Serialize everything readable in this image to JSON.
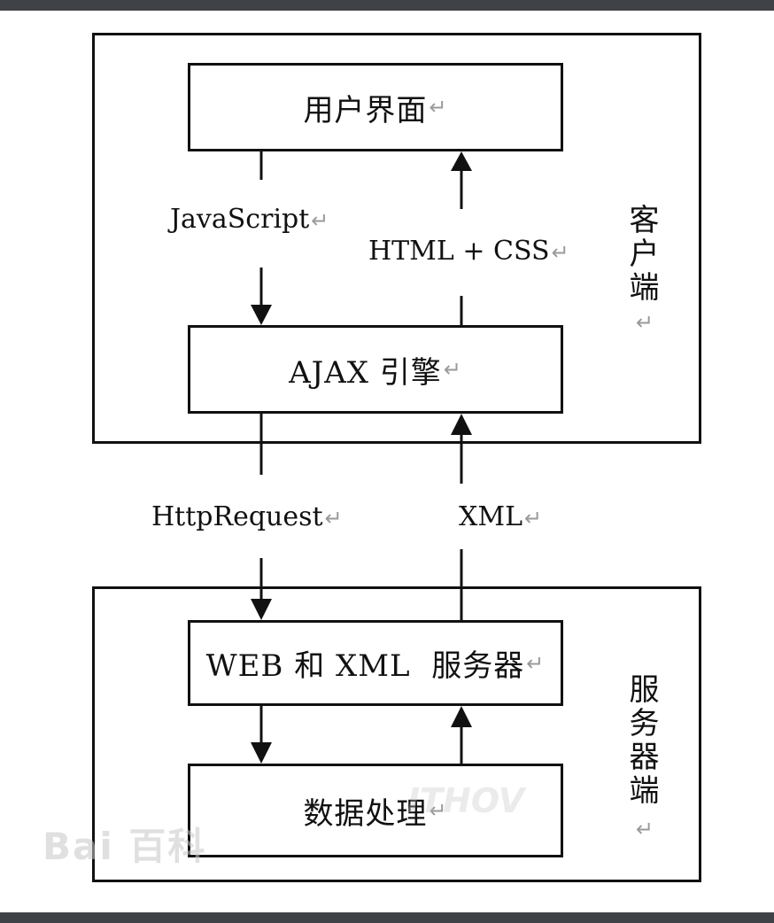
{
  "diagram": {
    "boxes": {
      "ui": "用户界面",
      "ajax": "AJAX 引擎",
      "web": "WEB 和 XML  服务器",
      "data": "数据处理"
    },
    "arrow_labels": {
      "javascript": "JavaScript",
      "html_css": "HTML + CSS",
      "http_request": "HttpRequest",
      "xml": "XML"
    },
    "regions": {
      "client": "客户端",
      "server": "服务器端"
    },
    "paragraph_mark": "↵",
    "region_mark": "↵"
  },
  "watermarks": {
    "baidu": "Bai 百科",
    "site": "ITHOV"
  },
  "colors": {
    "frame": "#111111",
    "edge_bar": "#3f4247",
    "mark": "#9a9a9a"
  }
}
